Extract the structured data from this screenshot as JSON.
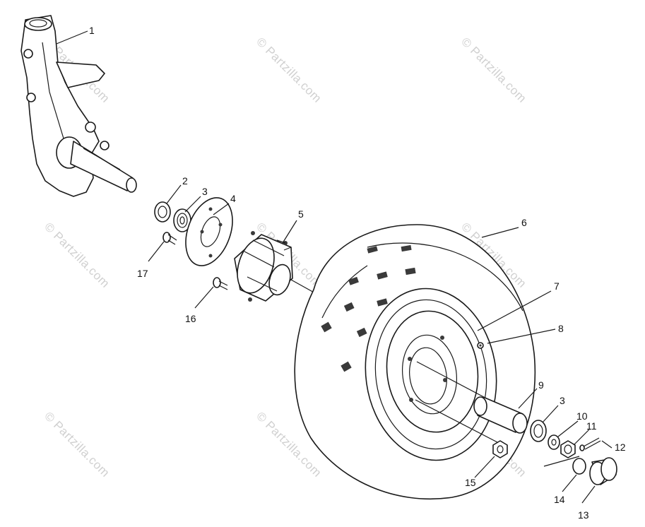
{
  "diagram": {
    "watermark_text": "© Partzilla.com",
    "callouts": [
      "1",
      "2",
      "3",
      "4",
      "5",
      "6",
      "7",
      "8",
      "9",
      "3",
      "10",
      "11",
      "12",
      "13",
      "14",
      "15",
      "16",
      "17"
    ]
  }
}
